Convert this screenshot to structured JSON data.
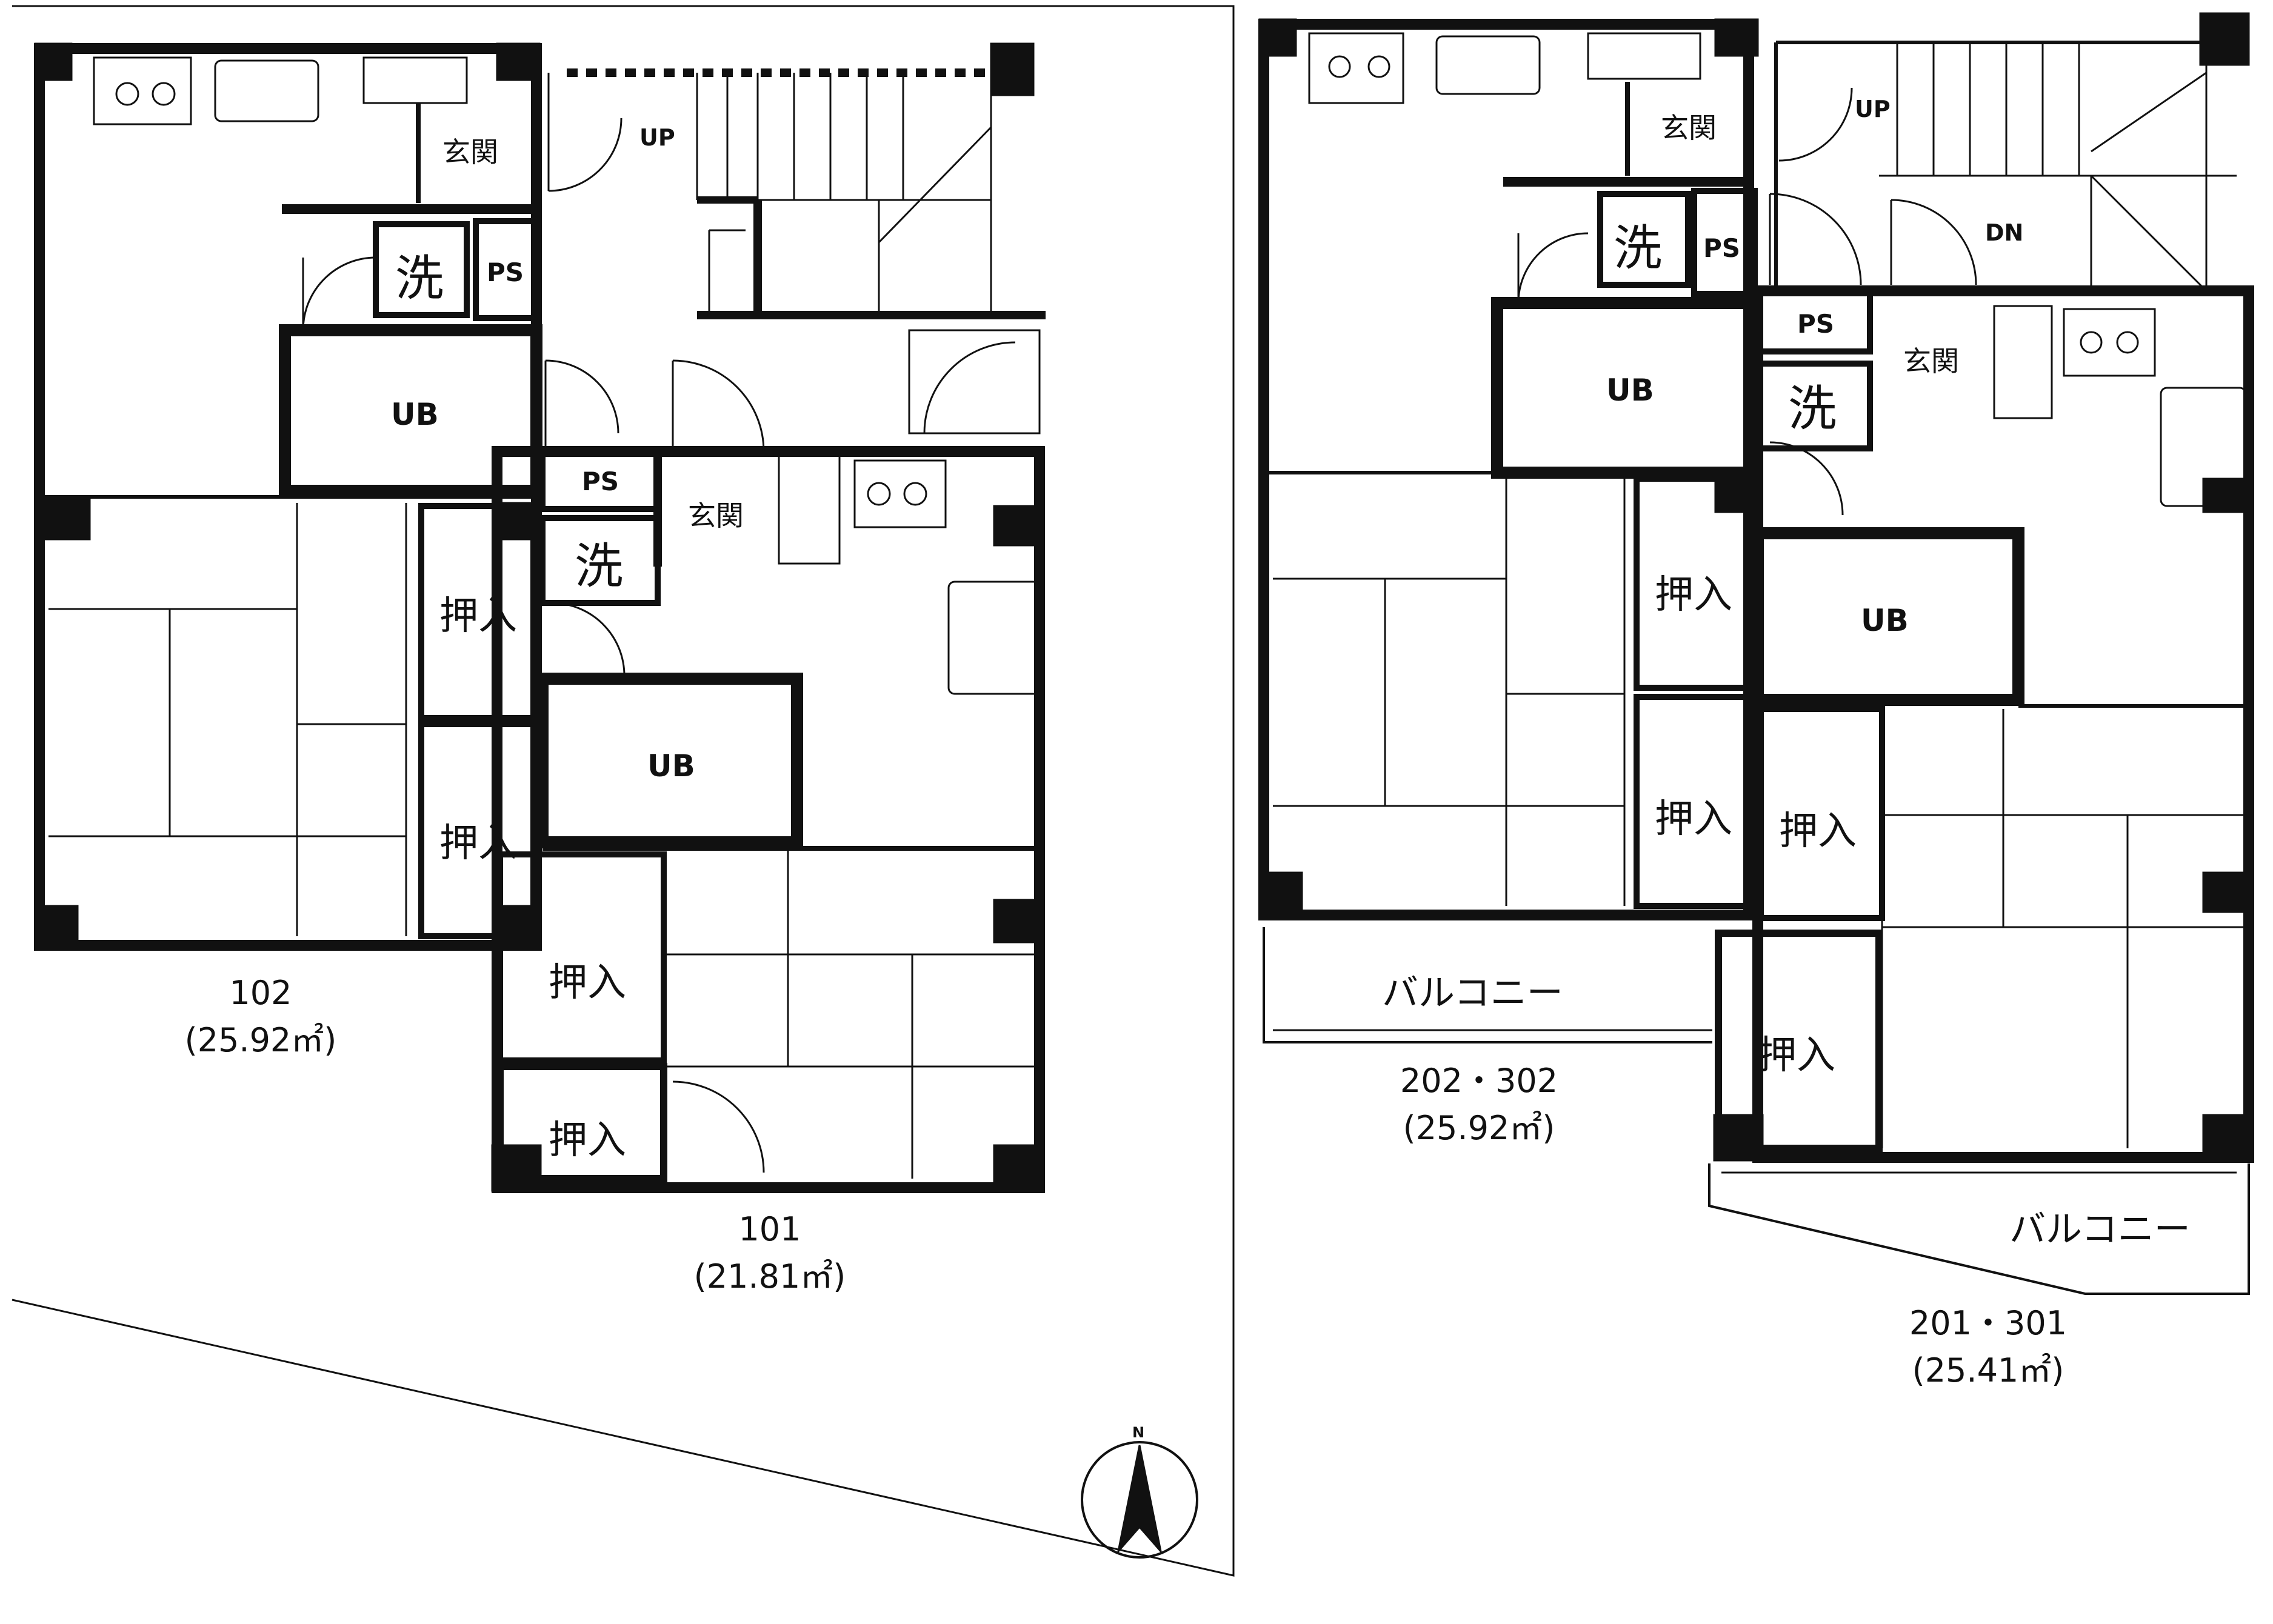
{
  "labels": {
    "oshiire": "押入",
    "genkan": "玄関",
    "sen": "洗",
    "ps": "PS",
    "ub": "UB",
    "up": "UP",
    "dn": "DN",
    "balcony": "バルコニー",
    "north": "N"
  },
  "units": {
    "u102": {
      "name": "102",
      "area": "(25.92㎡)"
    },
    "u101": {
      "name": "101",
      "area": "(21.81㎡)"
    },
    "u202": {
      "name": "202・302",
      "area": "(25.92㎡)"
    },
    "u201": {
      "name": "201・301",
      "area": "(25.41㎡)"
    }
  }
}
